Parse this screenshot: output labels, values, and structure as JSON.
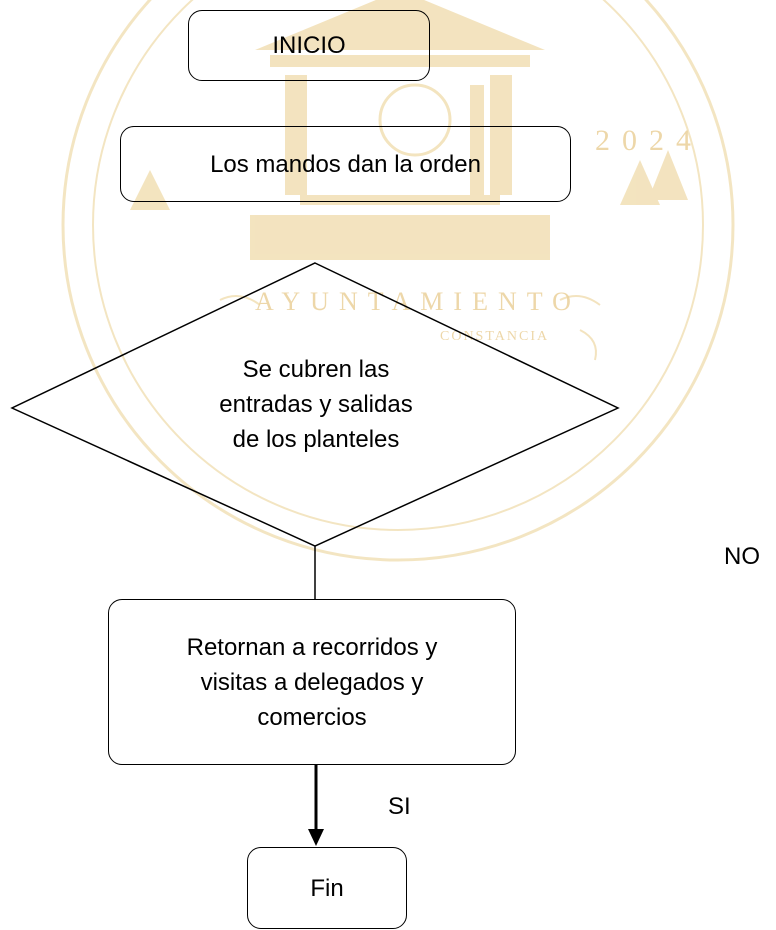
{
  "watermark": {
    "year": "2024",
    "motto_word": "AYUNTAMIENTO",
    "sub_word": "CONSTANCIA",
    "color": "#e6c98a"
  },
  "flowchart": {
    "start": "INICIO",
    "order": "Los mandos dan la orden",
    "decision": [
      "Se cubren las",
      "entradas y salidas",
      "de los planteles"
    ],
    "return": [
      "Retornan a recorridos y",
      "visitas a delegados y",
      "comercios"
    ],
    "end": "Fin",
    "label_no": "NO",
    "label_si": "SI"
  }
}
